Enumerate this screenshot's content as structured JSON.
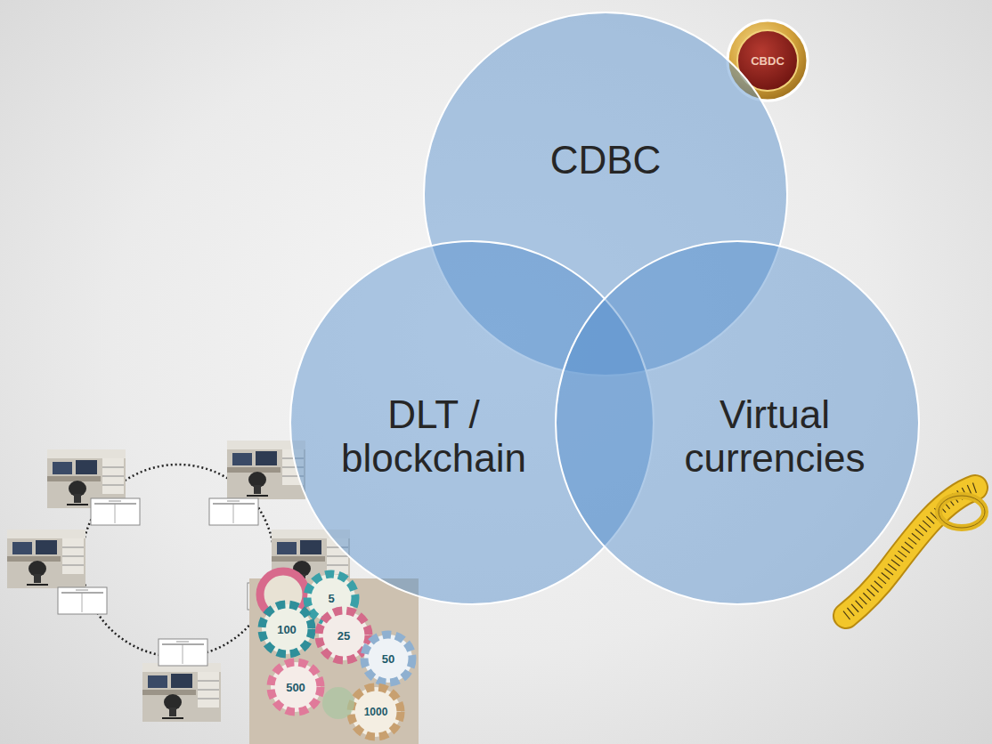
{
  "diagram": {
    "nodes": [
      {
        "text": [
          "CDBC"
        ]
      },
      {
        "text": [
          "DLT / blockchain"
        ]
      },
      {
        "text": [
          "Virtual currencies"
        ]
      }
    ],
    "labels": [
      "CBDC",
      "5",
      "100",
      "25",
      "50",
      "500",
      "1000"
    ]
  }
}
